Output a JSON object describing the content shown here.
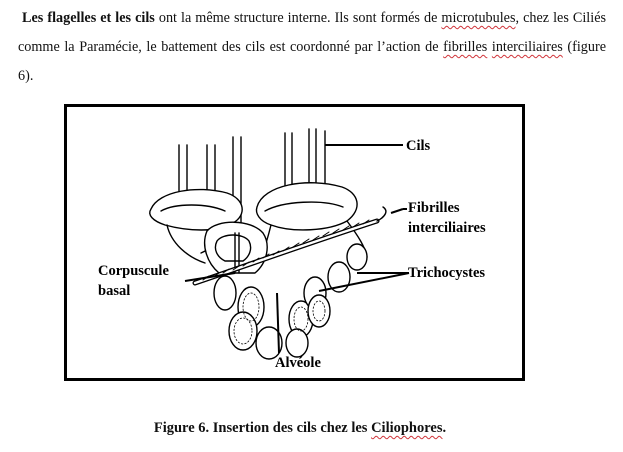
{
  "paragraph": {
    "lead_bold": "Les flagelles et les cils",
    "text_1": " ont la même structure interne. Ils sont formés de ",
    "word_microtubules": "microtubules",
    "text_2": ", chez les Ciliés comme la Paramécie, le battement des cils est coordonné par l’action de ",
    "word_fibrilles": "fibrilles",
    "text_3": " ",
    "word_interciliaires": "interciliaires",
    "text_4": " (figure 6)."
  },
  "figure": {
    "labels": {
      "cils": "Cils",
      "fibrilles_1": "Fibrilles",
      "fibrilles_2": "interciliaires",
      "trichocystes": "Trichocystes",
      "corpuscule_1": "Corpuscule",
      "corpuscule_2": "basal",
      "alveole": "Alvéole"
    }
  },
  "caption": {
    "text": "Figure 6. Insertion des cils chez les ",
    "word_ciliophores": "Ciliophores",
    "end": "."
  },
  "colors": {
    "spellcheck_underline": "#d0343a"
  }
}
